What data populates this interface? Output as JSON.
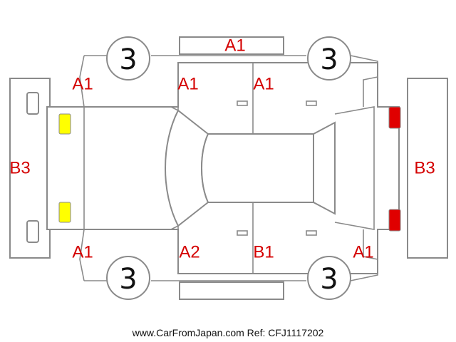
{
  "colors": {
    "code": "#d40000",
    "outline": "#8a8a8a",
    "light_front": "#ffff00",
    "light_rear": "#e00000"
  },
  "tire_labels": {
    "front_left": "3",
    "front_right": "3",
    "rear_left": "3",
    "rear_right": "3"
  },
  "damage_codes": {
    "roof_left_side": "A1",
    "front_left_fender": "A1",
    "front_left_door": "A1",
    "rear_left_door": "A1",
    "front_bumper": "B3",
    "rear_bumper": "B3",
    "front_right_fender": "A1",
    "front_right_door": "A2",
    "rear_right_door": "B1",
    "rear_right_quarter": "A1"
  },
  "footer": {
    "text": "www.CarFromJapan.com Ref: CFJ1117202"
  }
}
